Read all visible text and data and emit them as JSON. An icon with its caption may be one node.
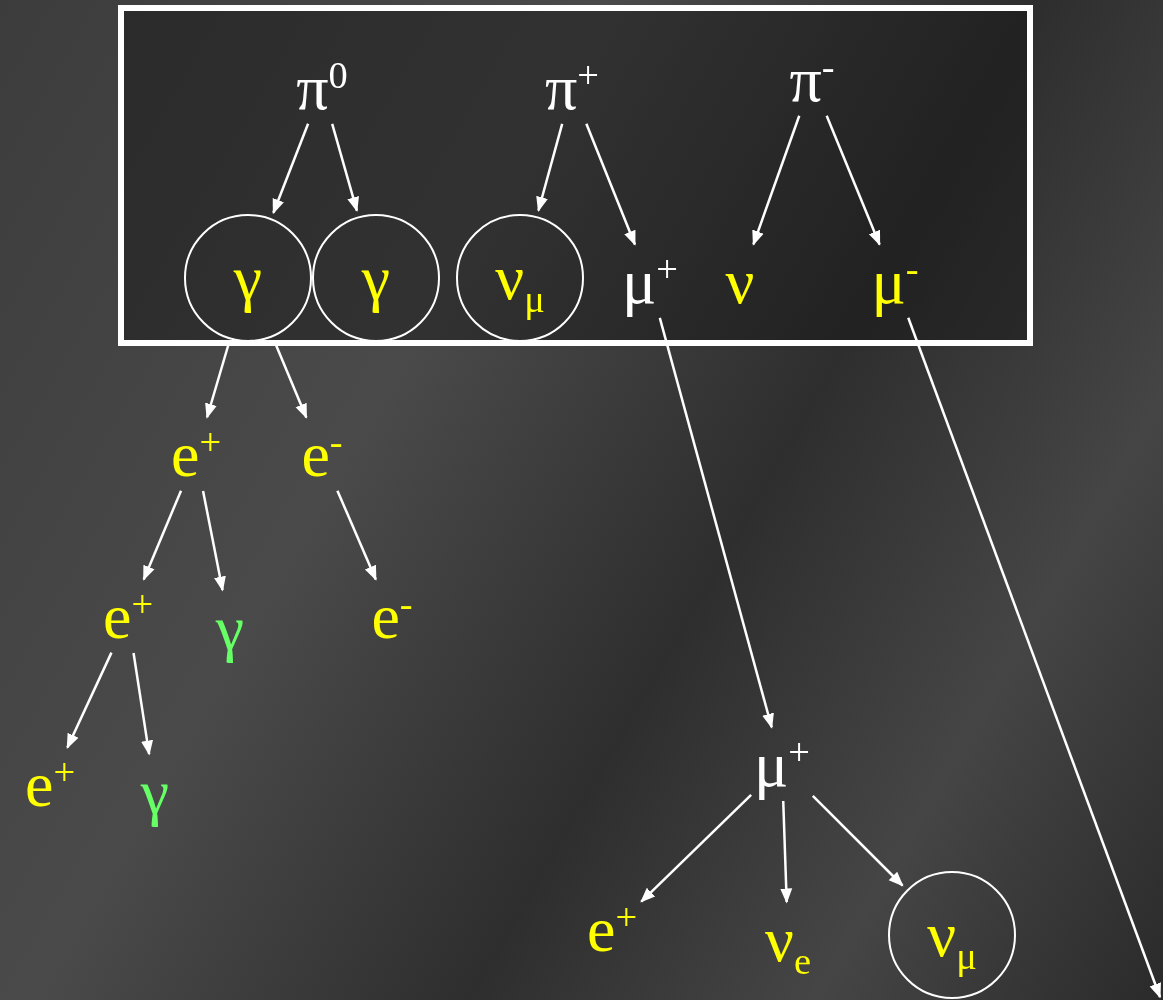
{
  "diagram": {
    "nodes": [
      {
        "text": [],
        "shape": "box"
      },
      {
        "text": [
          "π$^{0}$"
        ],
        "in": 0
      },
      {
        "text": [
          "π$^{+}$"
        ],
        "in": 0
      },
      {
        "text": [
          "π$^{-}$"
        ],
        "in": 0
      },
      {
        "text": [
          "γ"
        ],
        "in": 0
      },
      {
        "text": [
          "γ"
        ],
        "in": 0
      },
      {
        "text": [
          "ν$_{μ}$"
        ],
        "in": 0
      },
      {
        "text": [
          "μ$^{+}$"
        ],
        "in": 0
      },
      {
        "text": [
          "ν"
        ],
        "in": 0
      },
      {
        "text": [
          "μ$^{-}$"
        ],
        "in": 0
      },
      {
        "text": [
          "e$^{+}$"
        ]
      },
      {
        "text": [
          "e$^{-}$"
        ]
      },
      {
        "text": [
          "e$^{+}$"
        ]
      },
      {
        "text": [
          "γ"
        ]
      },
      {
        "text": [
          "e$^{-}$"
        ]
      },
      {
        "text": [
          "e$^{+}$"
        ]
      },
      {
        "text": [
          "γ"
        ]
      },
      {
        "text": [
          "μ$^{+}$"
        ]
      },
      {
        "text": [
          "e$^{+}$"
        ]
      },
      {
        "text": [
          "ν$_{e}$"
        ]
      },
      {
        "text": [
          "ν$_{μ}$"
        ]
      }
    ],
    "edges": [
      {
        "from": 1,
        "to": 4,
        "arrow": "to"
      },
      {
        "from": 1,
        "to": 5,
        "arrow": "to"
      },
      {
        "from": 2,
        "to": 6,
        "arrow": "to"
      },
      {
        "from": 2,
        "to": 7,
        "arrow": "to"
      },
      {
        "from": 3,
        "to": 8,
        "arrow": "to"
      },
      {
        "from": 3,
        "to": 9,
        "arrow": "to"
      },
      {
        "from": 4,
        "to": 10,
        "arrow": "to"
      },
      {
        "from": 4,
        "to": 11,
        "arrow": "to"
      },
      {
        "from": 10,
        "to": 12,
        "arrow": "to"
      },
      {
        "from": 10,
        "to": 13,
        "arrow": "to"
      },
      {
        "from": 11,
        "to": 14,
        "arrow": "to"
      },
      {
        "from": 12,
        "to": 15,
        "arrow": "to"
      },
      {
        "from": 12,
        "to": 16,
        "arrow": "to"
      },
      {
        "from": 7,
        "to": 17,
        "arrow": "to"
      },
      {
        "from": 17,
        "to": 18,
        "arrow": "to"
      },
      {
        "from": 17,
        "to": 19,
        "arrow": "to"
      },
      {
        "from": 17,
        "to": 20,
        "arrow": "to"
      },
      {
        "from": 9,
        "to": null,
        "arrow": "to"
      }
    ]
  }
}
